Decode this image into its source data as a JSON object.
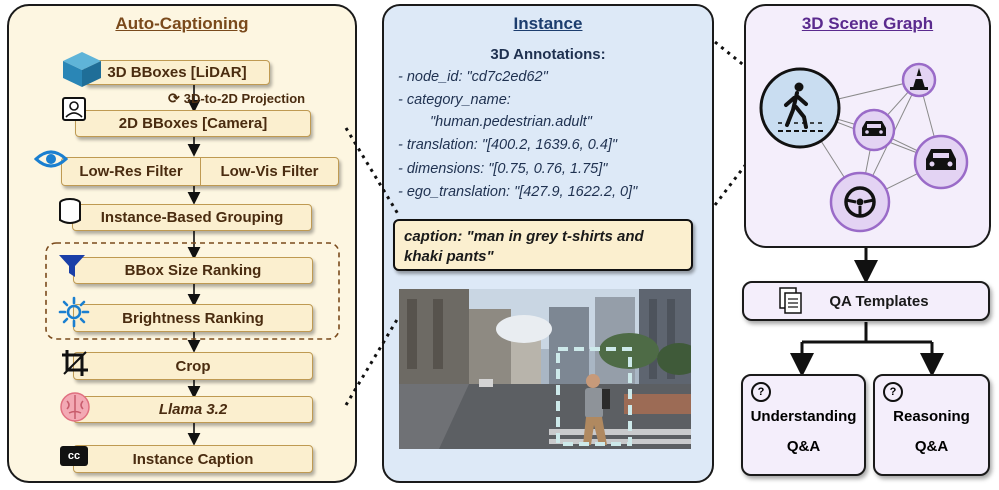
{
  "left_panel": {
    "title": "Auto-Captioning",
    "steps": {
      "lidar": "3D BBoxes [LiDAR]",
      "projection": "3D-to-2D Projection",
      "camera": "2D BBoxes [Camera]",
      "lowres": "Low-Res Filter",
      "lowvis": "Low-Vis Filter",
      "grouping": "Instance-Based Grouping",
      "bbox_rank": "BBox Size Ranking",
      "bright_rank": "Brightness Ranking",
      "crop": "Crop",
      "llama": "Llama 3.2",
      "caption": "Instance Caption"
    }
  },
  "middle_panel": {
    "title": "Instance",
    "annotations_title": "3D Annotations:",
    "lines": [
      "- node_id: \"cd7c2ed62\"",
      "- category_name:",
      "\"human.pedestrian.adult\"",
      "- translation: \"[400.2, 1639.6, 0.4]\"",
      "- dimensions: \"[0.75, 0.76, 1.75]\"",
      "- ego_translation: \"[427.9, 1622.2, 0]\""
    ],
    "caption": "caption: \"man in grey t-shirts and khaki pants\""
  },
  "right_panel": {
    "title": "3D Scene Graph",
    "qa_templates": "QA Templates",
    "understanding": "Understanding",
    "reasoning": "Reasoning",
    "qa": "Q&A",
    "q_mark": "?"
  },
  "colors": {
    "box_fill": "#fbefcf",
    "box_border": "#bf9a52",
    "left_panel_fill": "#fdf6e1",
    "middle_panel_fill": "#dde9f7",
    "right_panel_fill": "#f4eefb",
    "node_fill": "#e3d3f3",
    "node_border": "#9a6bc8"
  }
}
